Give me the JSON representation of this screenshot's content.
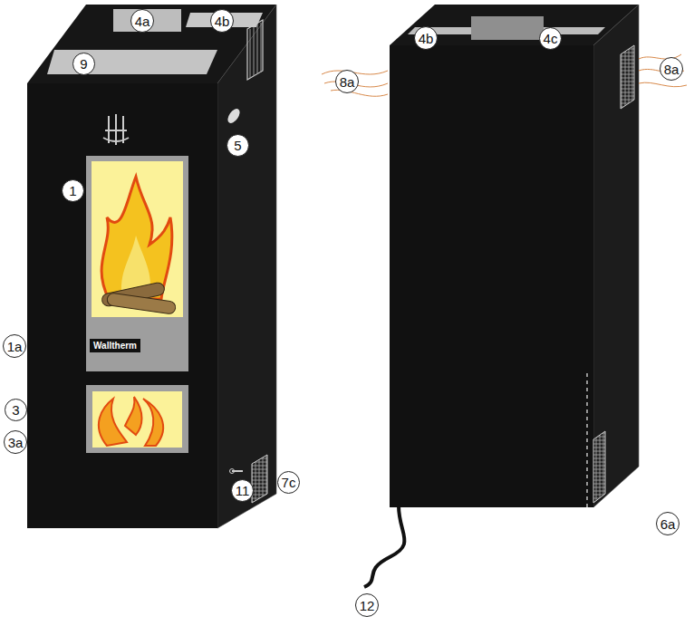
{
  "diagram": {
    "nodes": [
      {
        "text": [
          "4a"
        ]
      },
      {
        "text": [
          "4b"
        ]
      },
      {
        "text": [
          "9"
        ]
      },
      {
        "text": [
          "1"
        ]
      },
      {
        "text": [
          "5"
        ]
      },
      {
        "text": [
          "Walltherm"
        ]
      },
      {
        "text": [
          "1a"
        ]
      },
      {
        "text": [
          "3"
        ]
      },
      {
        "text": [
          "3a"
        ]
      },
      {
        "text": [
          "7c"
        ]
      },
      {
        "text": [
          "11"
        ]
      },
      {
        "text": [
          "4b"
        ]
      },
      {
        "text": [
          "4c"
        ]
      },
      {
        "text": [
          "8a"
        ]
      },
      {
        "text": [
          "8a"
        ]
      },
      {
        "text": [
          "6a"
        ]
      },
      {
        "text": [
          "12"
        ]
      }
    ]
  }
}
